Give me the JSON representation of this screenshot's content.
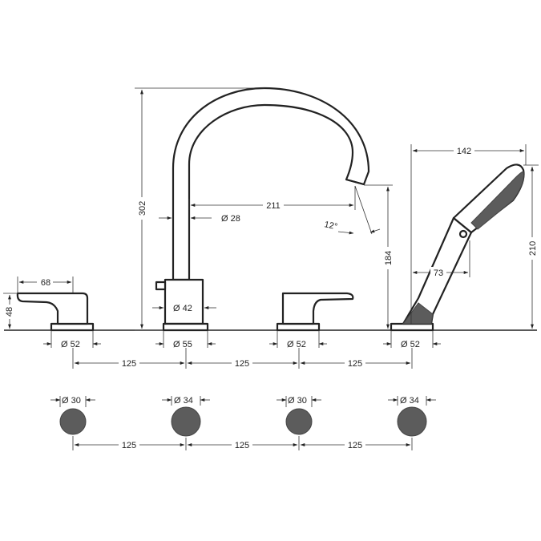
{
  "dimensions": {
    "total_height": "302",
    "spout_reach": "211",
    "spout_diameter": "Ø 28",
    "spout_angle": "12°",
    "spout_outlet_height": "184",
    "lever_length": "68",
    "lever_height": "48",
    "spout_body_diameter": "Ø 42",
    "shower_width": "142",
    "shower_height": "210",
    "shower_handle": "73",
    "base_left": "Ø 52",
    "base_spout": "Ø 55",
    "base_mid": "Ø 52",
    "base_shower": "Ø 52",
    "spacing_top": [
      "125",
      "125",
      "125"
    ],
    "hole_1": "Ø 30",
    "hole_2": "Ø 34",
    "hole_3": "Ø 30",
    "hole_4": "Ø 34",
    "spacing_bottom": [
      "125",
      "125",
      "125"
    ]
  },
  "colors": {
    "line": "#222222",
    "hole_fill": "#5c5c5c"
  }
}
